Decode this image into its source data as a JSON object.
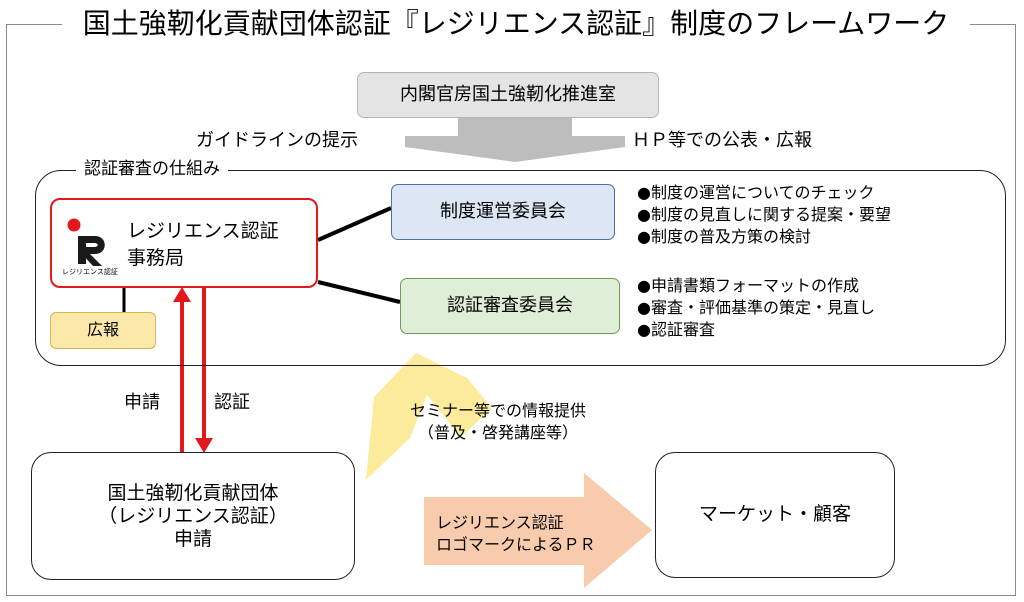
{
  "title": "国土強靭化貢献団体認証『レジリエンス認証』制度のフレームワーク",
  "cabinet_office": "内閣官房国土強靭化推進室",
  "guideline_label": "ガイドラインの提示",
  "publicity_label": "ＨＰ等での公表・広報",
  "cert_frame_label": "認証審査の仕組み",
  "secretariat": {
    "line1": "レジリエンス認証",
    "line2": "事務局",
    "logo_caption": "レジリエンス認証"
  },
  "pr_box": "広報",
  "ops_committee": {
    "label": "制度運営委員会",
    "tasks": [
      "●制度の運営についてのチェック",
      "●制度の見直しに関する提案・要望",
      "●制度の普及方策の検討"
    ]
  },
  "review_committee": {
    "label": "認証審査委員会",
    "tasks": [
      "●申請書類フォーマットの作成",
      "●審査・評価基準の策定・見直し",
      "●認証審査"
    ]
  },
  "apply_label": "申請",
  "certify_label": "認証",
  "seminar": {
    "line1": "セミナー等での情報提供",
    "line2": "（普及・啓発講座等）"
  },
  "applicant": {
    "line1": "国土強靭化貢献団体",
    "line2": "（レジリエンス認証）",
    "line3": "申請"
  },
  "logo_pr": {
    "line1": "レジリエンス認証",
    "line2": "ロゴマークによるＰＲ"
  },
  "market": "マーケット・顧客",
  "colors": {
    "secretariat_border": "#e4181b",
    "arrow_red": "#e4181b",
    "ops_fill": "#dce6f4",
    "review_fill": "#dfeed6",
    "pr_fill": "#fce9a9",
    "seminar_arrow": "#fdeb9c",
    "logo_pr_arrow": "#f8cbad",
    "gray_arrow": "#bdbdbd"
  }
}
